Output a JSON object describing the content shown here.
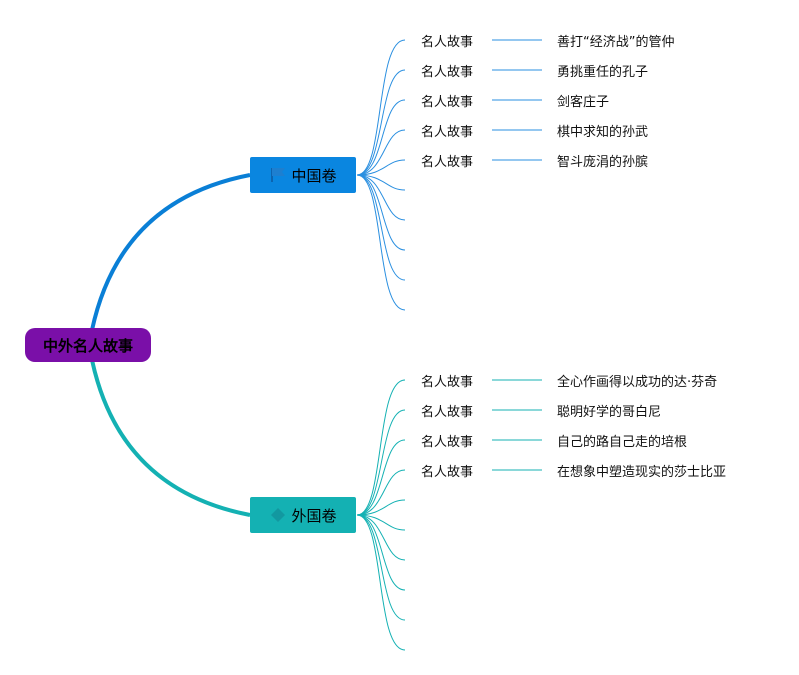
{
  "root": {
    "label": "中外名人故事"
  },
  "colors": {
    "root": "#7a0fa8",
    "china": "#0a86e0",
    "foreign": "#14b1b3"
  },
  "branches": [
    {
      "label": "中国卷",
      "icon": "flag-icon",
      "items": [
        {
          "category": "名人故事",
          "title": "善打“经济战”的管仲"
        },
        {
          "category": "名人故事",
          "title": "勇挑重任的孔子"
        },
        {
          "category": "名人故事",
          "title": "剑客庄子"
        },
        {
          "category": "名人故事",
          "title": "棋中求知的孙武"
        },
        {
          "category": "名人故事",
          "title": "智斗庞涓的孙膑"
        }
      ]
    },
    {
      "label": "外国卷",
      "icon": "diamond-icon",
      "items": [
        {
          "category": "名人故事",
          "title": "全心作画得以成功的达·芬奇"
        },
        {
          "category": "名人故事",
          "title": "聪明好学的哥白尼"
        },
        {
          "category": "名人故事",
          "title": "自己的路自己走的培根"
        },
        {
          "category": "名人故事",
          "title": "在想象中塑造现实的莎士比亚"
        }
      ]
    }
  ]
}
